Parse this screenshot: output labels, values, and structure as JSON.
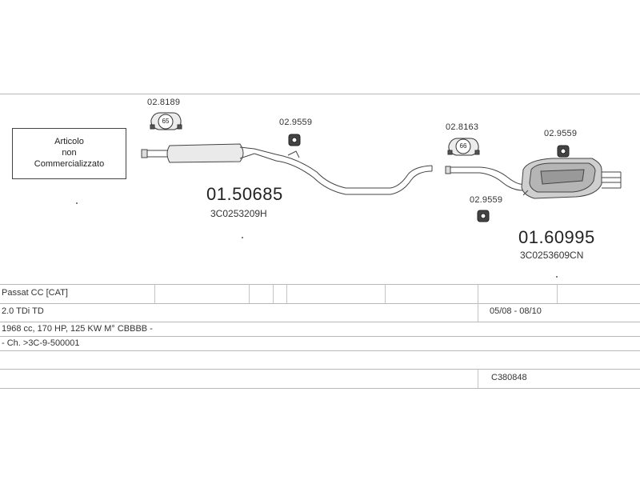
{
  "note": {
    "lines": [
      "Articolo",
      "non",
      "Commercializzato"
    ]
  },
  "parts": {
    "clamp_left": {
      "code": "02.8189",
      "size": "65"
    },
    "hanger_1": {
      "code": "02.9559"
    },
    "front_pipe": {
      "number": "01.50685",
      "oem": "3C0253209H"
    },
    "clamp_right": {
      "code": "02.8163",
      "size": "66"
    },
    "hanger_2": {
      "code": "02.9559"
    },
    "hanger_3": {
      "code": "02.9559"
    },
    "rear_silencer": {
      "number": "01.60995",
      "oem": "3C0253609CN"
    }
  },
  "table": {
    "model": "Passat CC  [CAT]",
    "engine": "2.0 TDi TD",
    "years": "05/08 - 08/10",
    "specs": "1968 cc, 170 HP, 125 KW M° CBBBB -",
    "chassis": "- Ch. >3C-9-500001",
    "code": "C380848"
  }
}
